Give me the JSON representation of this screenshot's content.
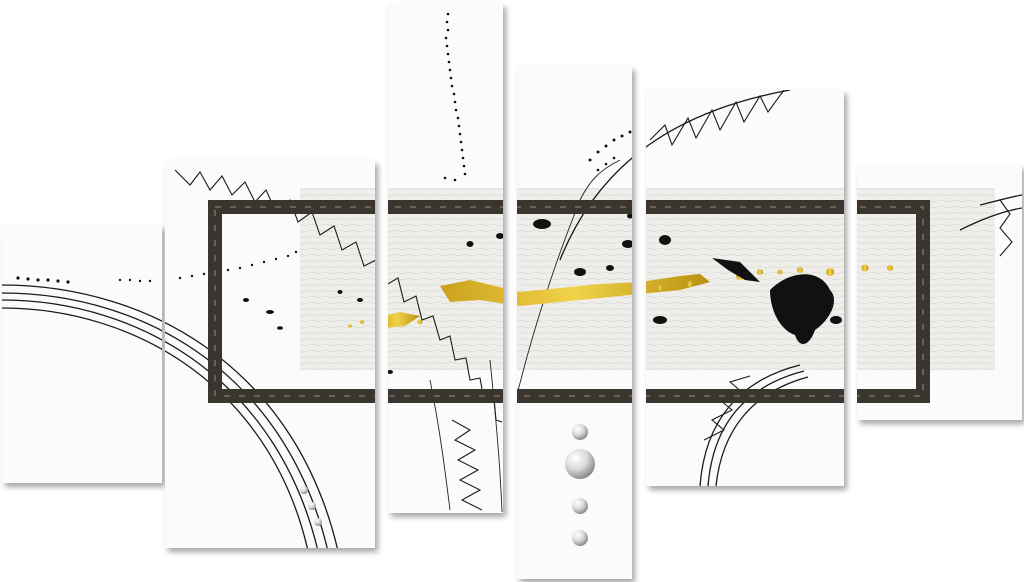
{
  "artwork": {
    "kind": "six-panel abstract wall canvas",
    "panel_count": 6,
    "colors": {
      "background": "#ffffff",
      "canvas": "#fbfbfb",
      "frame": "#3b3530",
      "frame_light": "#6a5f55",
      "ink": "#151515",
      "gold": "#d8b52a",
      "gold_dark": "#b08a10",
      "paper": "#ecebe8"
    },
    "motifs": [
      "concentric-arcs",
      "zigzag-lines",
      "dotted-trails",
      "ink-splatter",
      "gold-leaf-streak",
      "pearl-drops",
      "textured-paper-band",
      "marble-frame"
    ]
  }
}
